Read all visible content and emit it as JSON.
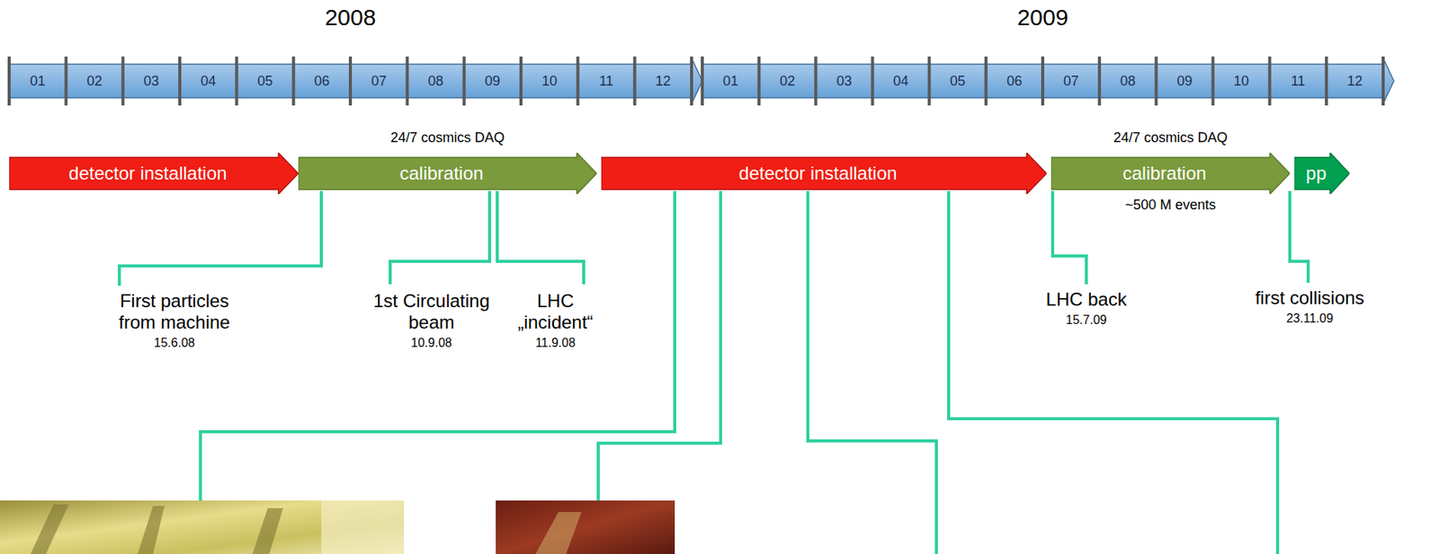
{
  "diagram": {
    "nodes": [
      {
        "text": [
          "detector installation"
        ]
      },
      {
        "text": [
          "calibration"
        ]
      },
      {
        "text": [
          "detector installation"
        ]
      },
      {
        "text": [
          "calibration"
        ]
      },
      {
        "text": [
          "pp"
        ]
      }
    ],
    "labels": [
      "2008",
      "2009",
      "01",
      "02",
      "03",
      "04",
      "05",
      "06",
      "07",
      "08",
      "09",
      "10",
      "11",
      "12",
      "01",
      "02",
      "03",
      "04",
      "05",
      "06",
      "07",
      "08",
      "09",
      "10",
      "11",
      "12",
      "24/7 cosmics DAQ",
      "24/7 cosmics DAQ",
      "~500 M events",
      "First particles from machine",
      "15.6.08",
      "1st Circulating beam",
      "10.9.08",
      "LHC „incident“",
      "11.9.08",
      "LHC back",
      "15.7.09",
      "first collisions",
      "23.11.09"
    ]
  }
}
